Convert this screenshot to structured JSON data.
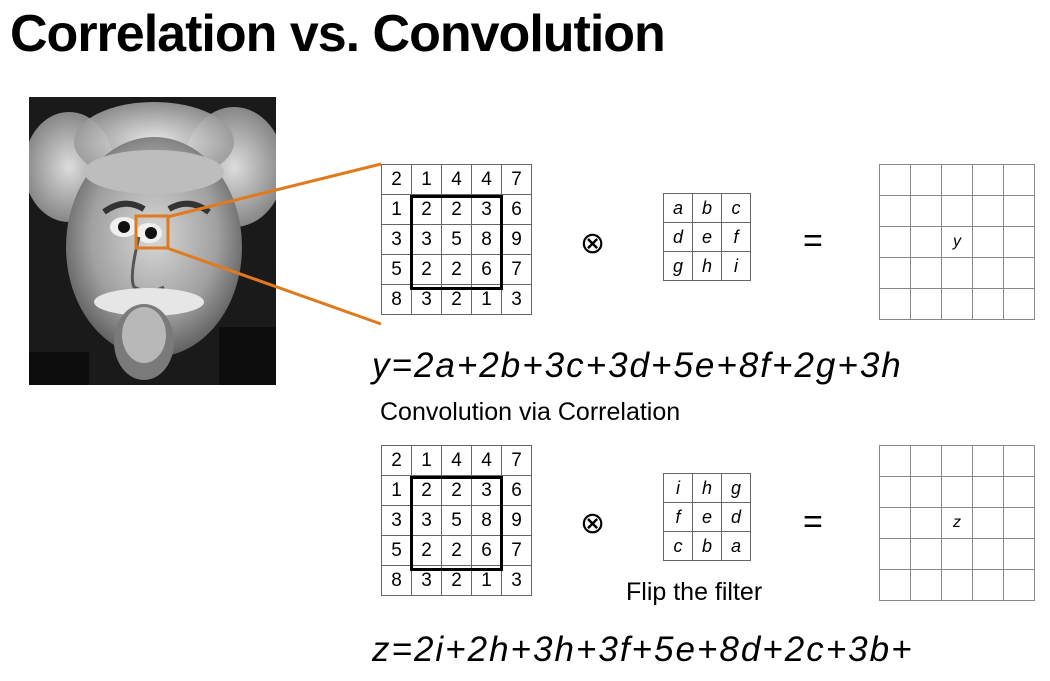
{
  "title": "Correlation vs. Convolution",
  "image_grid": [
    [
      "2",
      "1",
      "4",
      "4",
      "7"
    ],
    [
      "1",
      "2",
      "2",
      "3",
      "6"
    ],
    [
      "3",
      "3",
      "5",
      "8",
      "9"
    ],
    [
      "5",
      "2",
      "2",
      "6",
      "7"
    ],
    [
      "8",
      "3",
      "2",
      "1",
      "3"
    ]
  ],
  "filter_grid": [
    [
      "a",
      "b",
      "c"
    ],
    [
      "d",
      "e",
      "f"
    ],
    [
      "g",
      "h",
      "i"
    ]
  ],
  "flipped_filter_grid": [
    [
      "i",
      "h",
      "g"
    ],
    [
      "f",
      "e",
      "d"
    ],
    [
      "c",
      "b",
      "a"
    ]
  ],
  "operator": "⊗",
  "equals": "=",
  "output_label_top": "y",
  "output_label_bottom": "z",
  "formula_top": "y=2a+2b+3c+3d+5e+8f+2g+3h",
  "section_label": "Convolution via Correlation",
  "flip_caption": "Flip the filter",
  "formula_bottom": "z=2i+2h+3h+3f+5e+8d+2c+3b+",
  "colors": {
    "highlight": "#e07a1f"
  }
}
